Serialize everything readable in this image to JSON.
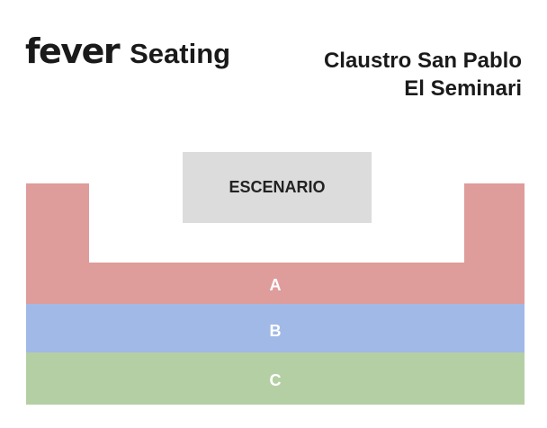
{
  "header": {
    "brand_logo": "fever",
    "brand_subtitle": "Seating",
    "venue_line1": "Claustro San Pablo",
    "venue_line2": "El Seminari"
  },
  "stage": {
    "label": "ESCENARIO",
    "color": "#dcdcdc"
  },
  "zones": [
    {
      "label": "A",
      "color": "#de9c9b"
    },
    {
      "label": "B",
      "color": "#a1b9e6"
    },
    {
      "label": "C",
      "color": "#b5cfa4"
    }
  ]
}
